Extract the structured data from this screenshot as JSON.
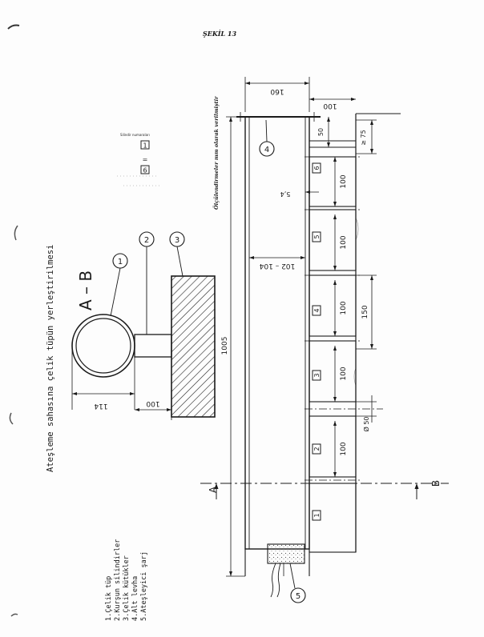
{
  "header": {
    "title": "ŞEKİL 13"
  },
  "caption": "Ateşleme sahasına çelik tüpün yerleştirilmesi",
  "notes": {
    "small_note": "Silindir numaraları",
    "equation_left": "1",
    "equation_sign": "=",
    "equation_right": "6",
    "units_note": "Ölçülendirmeler mm olarak verilmiştir"
  },
  "section": {
    "label": "A – B",
    "callouts": [
      "1",
      "2",
      "3"
    ],
    "dims": {
      "tube_diameter": "114",
      "plate_height": "100"
    }
  },
  "main_view": {
    "dims": {
      "plate_width": "160",
      "top_offset": "100",
      "first_gap": "50",
      "gap_min": "≥ 75",
      "wall_thickness": "5,4",
      "inner_diameter": "102 – 104",
      "total_length": "1005",
      "spacing": "150",
      "block_diameter": "Ø 50"
    },
    "cylinders": [
      {
        "number": "6",
        "length": "100"
      },
      {
        "number": "5",
        "length": "100"
      },
      {
        "number": "4",
        "length": "100"
      },
      {
        "number": "3",
        "length": "100"
      },
      {
        "number": "2",
        "length": "100"
      },
      {
        "number": "1",
        "length": ""
      }
    ],
    "callouts": [
      "4",
      "5"
    ],
    "section_marks": [
      "A",
      "B"
    ]
  },
  "legend": [
    "1.Çelik tüp",
    "2.Kurşun silindirler",
    "3.Çelik kütükler",
    "4.Alt levha",
    "5.Ateşleyici şarj"
  ]
}
